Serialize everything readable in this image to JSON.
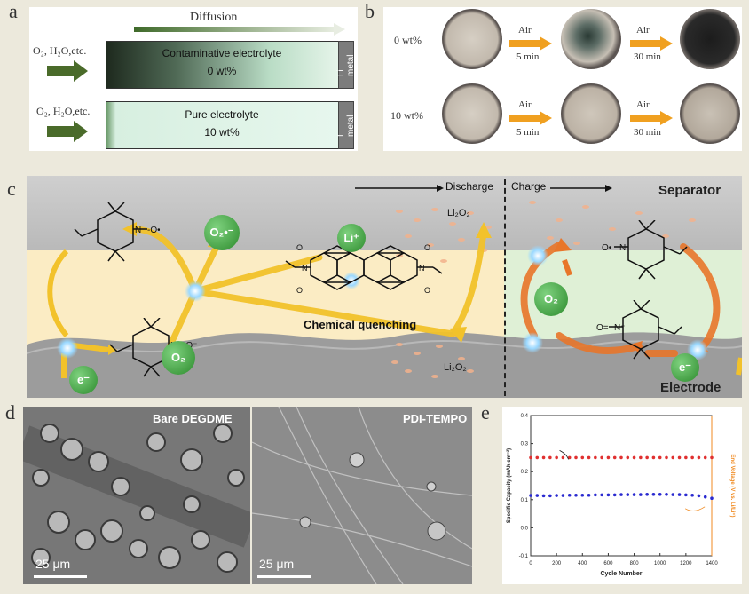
{
  "panels": {
    "a": {
      "label": "a",
      "diffusion": "Diffusion",
      "top": {
        "input": "O₂, H₂O,etc.",
        "electrolyte": "Contaminative electrolyte",
        "wt": "0 wt%",
        "metal": "Li metal"
      },
      "bottom": {
        "input": "O₂, H₂O,etc.",
        "electrolyte": "Pure electrolyte",
        "wt": "10 wt%",
        "metal": "Li metal"
      }
    },
    "b": {
      "label": "b",
      "rows": [
        {
          "wt": "0 wt%",
          "arrow1_top": "Air",
          "arrow1_bottom": "5 min",
          "arrow2_top": "Air",
          "arrow2_bottom": "30 min"
        },
        {
          "wt": "10 wt%",
          "arrow1_top": "Air",
          "arrow1_bottom": "5 min",
          "arrow2_top": "Air",
          "arrow2_bottom": "30 min"
        }
      ]
    },
    "c": {
      "label": "c",
      "discharge": "Discharge",
      "charge": "Charge",
      "separator": "Separator",
      "electrode": "Electrode",
      "li2o2_top": "Li₂O₂",
      "li2o2_bottom": "Li₂O₂",
      "li_plus": "Li⁺",
      "o2_superoxide": "O₂•⁻",
      "o2_left": "O₂",
      "o2_right": "O₂",
      "e_left": "e⁻",
      "e_right": "e⁻",
      "chemical_quenching": "Chemical quenching"
    },
    "d": {
      "label": "d",
      "left_title": "Bare DEGDME",
      "right_title": "PDI-TEMPO",
      "scale_left": "25 μm",
      "scale_right": "25 μm"
    },
    "e": {
      "label": "e"
    }
  },
  "colors": {
    "green_arrow": "#4a6b2a",
    "orange_arrow": "#f0a020",
    "green_ball": "#3a9a3a",
    "red_series": "#e03030",
    "blue_series": "#2a2ad0",
    "right_axis": "#f08a20"
  },
  "chart_data": {
    "type": "scatter",
    "xlabel": "Cycle Number",
    "ylabel": "Specific Capacity (mAh cm⁻²)",
    "y2label": "End Voltage (V vs. Li/Li⁺)",
    "xlim": [
      0,
      1400
    ],
    "ylim": [
      -0.1,
      0.4
    ],
    "x_ticks": [
      0,
      200,
      400,
      600,
      800,
      1000,
      1200,
      1400
    ],
    "y_ticks": [
      -0.1,
      0.0,
      0.1,
      0.2,
      0.3,
      0.4
    ],
    "y_tick_labels": [
      "-0.1",
      "0.0",
      "0.1",
      "0.2",
      "0.3",
      "0.4"
    ],
    "series": [
      {
        "axis": "left",
        "color": "#e03030",
        "x": [
          0,
          50,
          100,
          150,
          200,
          250,
          300,
          350,
          400,
          450,
          500,
          550,
          600,
          650,
          700,
          750,
          800,
          850,
          900,
          950,
          1000,
          1050,
          1100,
          1150,
          1200,
          1250,
          1300,
          1350,
          1400
        ],
        "y": [
          0.25,
          0.25,
          0.25,
          0.25,
          0.25,
          0.25,
          0.25,
          0.25,
          0.25,
          0.25,
          0.25,
          0.25,
          0.25,
          0.25,
          0.25,
          0.25,
          0.25,
          0.25,
          0.25,
          0.25,
          0.25,
          0.25,
          0.25,
          0.25,
          0.25,
          0.25,
          0.25,
          0.25,
          0.25
        ]
      },
      {
        "axis": "right",
        "color": "#2a2ad0",
        "x": [
          0,
          50,
          100,
          150,
          200,
          250,
          300,
          350,
          400,
          450,
          500,
          550,
          600,
          650,
          700,
          750,
          800,
          850,
          900,
          950,
          1000,
          1050,
          1100,
          1150,
          1200,
          1250,
          1300,
          1350,
          1400
        ],
        "y": [
          0.115,
          0.115,
          0.114,
          0.114,
          0.115,
          0.115,
          0.116,
          0.116,
          0.116,
          0.116,
          0.117,
          0.117,
          0.117,
          0.117,
          0.118,
          0.118,
          0.118,
          0.118,
          0.119,
          0.119,
          0.119,
          0.119,
          0.118,
          0.118,
          0.117,
          0.116,
          0.114,
          0.11,
          0.105
        ]
      }
    ]
  }
}
